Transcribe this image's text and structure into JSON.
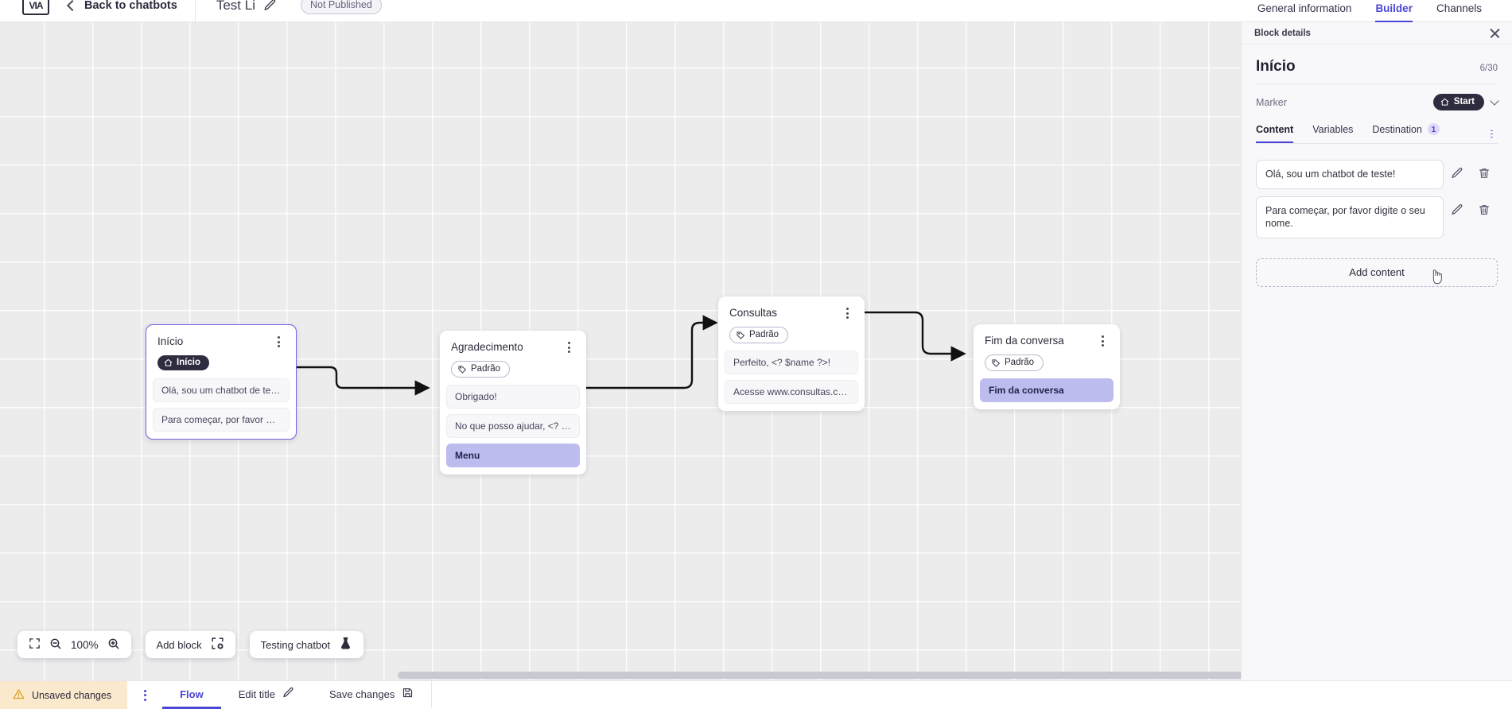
{
  "topbar": {
    "logo_text": "VIA",
    "back_label": "Back to chatbots",
    "doc_title": "Test Li",
    "status_badge": "Not Published",
    "tabs": [
      {
        "label": "General information",
        "active": false
      },
      {
        "label": "Builder",
        "active": true
      },
      {
        "label": "Channels",
        "active": false
      }
    ]
  },
  "canvas": {
    "zoom_level": "100%",
    "add_block_label": "Add block",
    "testing_label": "Testing chatbot",
    "nodes": [
      {
        "id": "inicio",
        "title": "Início",
        "tag": "Início",
        "tag_style": "dark",
        "selected": true,
        "rows": [
          {
            "text": "Olá, sou um chatbot de teste!",
            "highlight": false
          },
          {
            "text": "Para começar, por favor digite o ...",
            "highlight": false
          }
        ]
      },
      {
        "id": "agradecimento",
        "title": "Agradecimento",
        "tag": "Padrão",
        "tag_style": "light",
        "selected": false,
        "rows": [
          {
            "text": "Obrigado!",
            "highlight": false
          },
          {
            "text": "No que posso ajudar, <? $name ...",
            "highlight": false
          },
          {
            "text": "Menu",
            "highlight": true
          }
        ]
      },
      {
        "id": "consultas",
        "title": "Consultas",
        "tag": "Padrão",
        "tag_style": "light",
        "selected": false,
        "rows": [
          {
            "text": "Perfeito, <? $name ?>!",
            "highlight": false
          },
          {
            "text": "Acesse www.consultas.com par...",
            "highlight": false
          }
        ]
      },
      {
        "id": "fim",
        "title": "Fim da conversa",
        "tag": "Padrão",
        "tag_style": "light",
        "selected": false,
        "rows": [
          {
            "text": "Fim da conversa",
            "highlight": true
          }
        ]
      }
    ]
  },
  "panel": {
    "header_label": "Block details",
    "title": "Início",
    "count": "6/30",
    "marker_label": "Marker",
    "marker_value": "Start",
    "tabs": [
      {
        "label": "Content",
        "badge": "",
        "active": true
      },
      {
        "label": "Variables",
        "badge": "",
        "active": false
      },
      {
        "label": "Destination",
        "badge": "1",
        "active": false
      }
    ],
    "content_items": [
      {
        "text": "Olá, sou um chatbot de teste!"
      },
      {
        "text": "Para começar, por favor digite o seu nome."
      }
    ],
    "add_content_label": "Add content"
  },
  "statusbar": {
    "unsaved_label": "Unsaved changes",
    "items": [
      {
        "label": "Flow",
        "active": true
      },
      {
        "label": "Edit title",
        "active": false
      },
      {
        "label": "Save changes",
        "active": false
      }
    ]
  },
  "colors": {
    "accent": "#4a46d6",
    "dark_pill": "#2e2c3f",
    "highlight_row": "#bcbcef",
    "warning_bg": "#fbe9cd"
  }
}
